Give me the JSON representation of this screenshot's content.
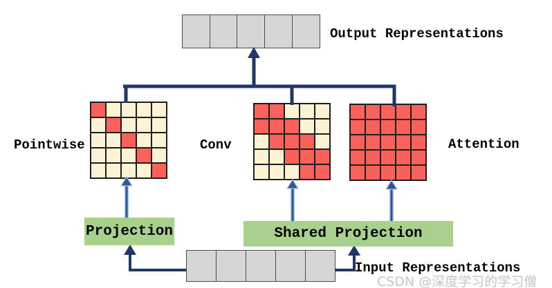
{
  "diagram": {
    "output_label": "Output Representations",
    "input_label": "Input Representations",
    "watermark": "CSDN @深度学习的学习僧",
    "projection": {
      "label": "Projection"
    },
    "shared_projection": {
      "label": "Shared Projection"
    },
    "output_cells": 5,
    "input_cells": 5,
    "branches": [
      {
        "label": "Pointwise",
        "matrix": [
          [
            1,
            0,
            0,
            0,
            0
          ],
          [
            0,
            1,
            0,
            0,
            0
          ],
          [
            0,
            0,
            1,
            0,
            0
          ],
          [
            0,
            0,
            0,
            1,
            0
          ],
          [
            0,
            0,
            0,
            0,
            1
          ]
        ]
      },
      {
        "label": "Conv",
        "matrix": [
          [
            1,
            1,
            0,
            0,
            0
          ],
          [
            1,
            1,
            1,
            0,
            0
          ],
          [
            0,
            1,
            1,
            1,
            0
          ],
          [
            0,
            0,
            1,
            1,
            1
          ],
          [
            0,
            0,
            0,
            1,
            1
          ]
        ]
      },
      {
        "label": "Attention",
        "matrix": [
          [
            1,
            1,
            1,
            1,
            1
          ],
          [
            1,
            1,
            1,
            1,
            1
          ],
          [
            1,
            1,
            1,
            1,
            1
          ],
          [
            1,
            1,
            1,
            1,
            1
          ],
          [
            1,
            1,
            1,
            1,
            1
          ]
        ]
      }
    ],
    "colors": {
      "active_cell": "#f8625a",
      "inactive_cell": "#fcf2d4",
      "vector_cell": "#d6d6d6",
      "projection_box": "#a9d18e",
      "connector": "#1f3864",
      "thin_arrow": "#2f5597",
      "thin_arrow_halo": "#a8c4e4"
    }
  }
}
